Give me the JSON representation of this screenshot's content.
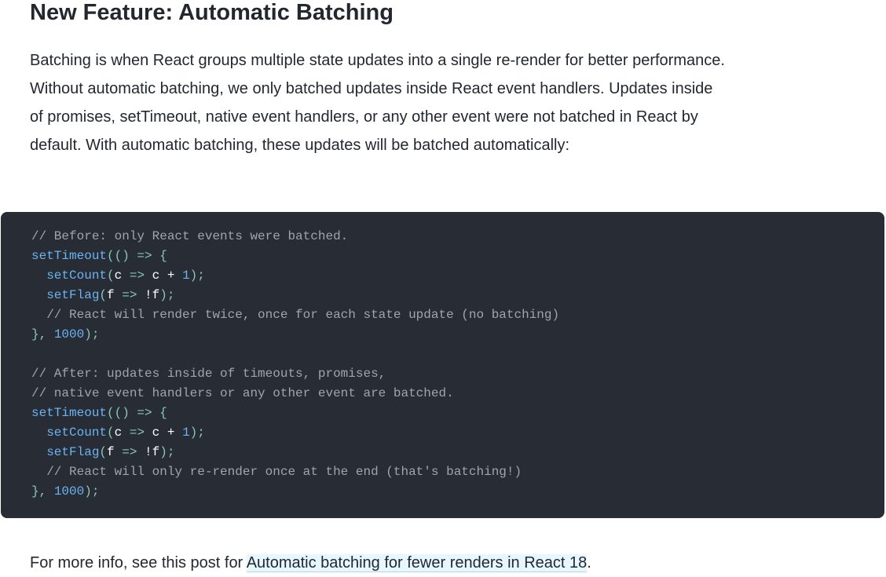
{
  "heading": "New Feature: Automatic Batching",
  "intro": "Batching is when React groups multiple state updates into a single re-render for better performance. Without automatic batching, we only batched updates inside React event handlers. Updates inside of promises, setTimeout, native event handlers, or any other event were not batched in React by default. With automatic batching, these updates will be batched automatically:",
  "code_lines": [
    [
      [
        "// Before: only React events were batched.",
        "cm"
      ]
    ],
    [
      [
        "setTimeout",
        "fn"
      ],
      [
        "(() => {",
        "pu"
      ]
    ],
    [
      [
        "  setCount",
        "fn"
      ],
      [
        "(",
        "pu"
      ],
      [
        "c",
        "pl"
      ],
      [
        " => ",
        "pu"
      ],
      [
        "c",
        "pl"
      ],
      [
        " + ",
        "pl"
      ],
      [
        "1",
        "nu"
      ],
      [
        ");",
        "pu"
      ]
    ],
    [
      [
        "  setFlag",
        "fn"
      ],
      [
        "(",
        "pu"
      ],
      [
        "f",
        "pl"
      ],
      [
        " => ",
        "pu"
      ],
      [
        "!f",
        "pl"
      ],
      [
        ");",
        "pu"
      ]
    ],
    [
      [
        "  // React will render twice, once for each state update (no batching)",
        "cm"
      ]
    ],
    [
      [
        "}, ",
        "pu"
      ],
      [
        "1000",
        "nu"
      ],
      [
        ");",
        "pu"
      ]
    ],
    [],
    [
      [
        "// After: updates inside of timeouts, promises,",
        "cm"
      ]
    ],
    [
      [
        "// native event handlers or any other event are batched.",
        "cm"
      ]
    ],
    [
      [
        "setTimeout",
        "fn"
      ],
      [
        "(() => {",
        "pu"
      ]
    ],
    [
      [
        "  setCount",
        "fn"
      ],
      [
        "(",
        "pu"
      ],
      [
        "c",
        "pl"
      ],
      [
        " => ",
        "pu"
      ],
      [
        "c",
        "pl"
      ],
      [
        " + ",
        "pl"
      ],
      [
        "1",
        "nu"
      ],
      [
        ");",
        "pu"
      ]
    ],
    [
      [
        "  setFlag",
        "fn"
      ],
      [
        "(",
        "pu"
      ],
      [
        "f",
        "pl"
      ],
      [
        " => ",
        "pu"
      ],
      [
        "!f",
        "pl"
      ],
      [
        ");",
        "pu"
      ]
    ],
    [
      [
        "  // React will only re-render once at the end (that's batching!)",
        "cm"
      ]
    ],
    [
      [
        "}, ",
        "pu"
      ],
      [
        "1000",
        "nu"
      ],
      [
        ");",
        "pu"
      ]
    ]
  ],
  "footer": {
    "prefix": "For more info, see this post for ",
    "link": "Automatic batching for fewer renders in React 18",
    "suffix": "."
  }
}
